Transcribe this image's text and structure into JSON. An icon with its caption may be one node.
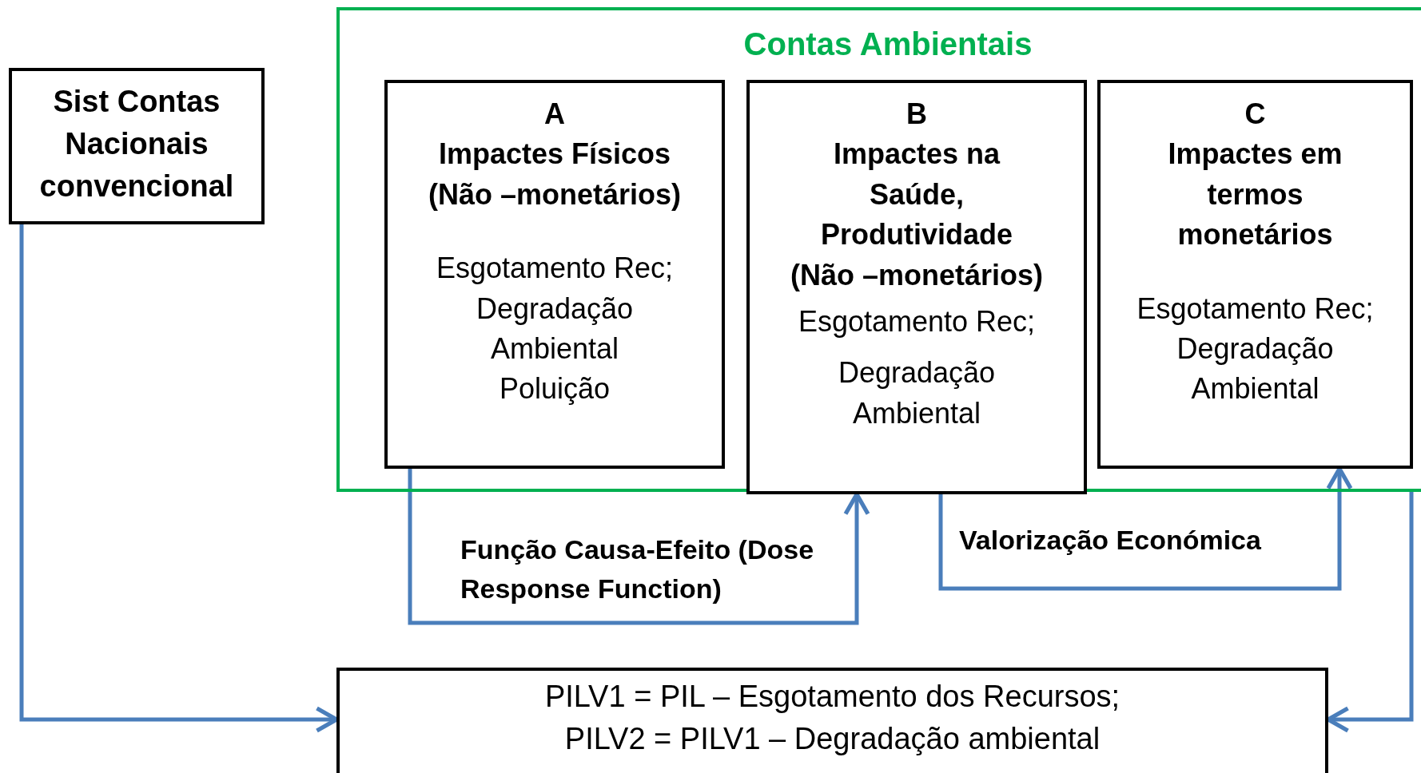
{
  "diagram": {
    "nodes": [
      {
        "text": [
          "Sist Contas Nacionais convencional"
        ]
      },
      {
        "text": [
          "Contas Ambientais"
        ]
      },
      {
        "text": [
          "A",
          "Impactes Físicos (Não –monetários)",
          "Esgotamento Rec; Degradação Ambiental Poluição"
        ],
        "in": 1
      },
      {
        "text": [
          "B",
          "Impactes na Saúde, Produtividade (Não –monetários)",
          "Esgotamento Rec;",
          "Degradação Ambiental"
        ],
        "in": 1
      },
      {
        "text": [
          "C",
          "Impactes em termos monetários",
          "Esgotamento Rec; Degradação Ambiental"
        ],
        "in": 1
      },
      {
        "text": [
          "PILV1 = PIL – Esgotamento dos Recursos;",
          "PILV2 = PILV1 – Degradação ambiental"
        ]
      }
    ],
    "edges": [
      {
        "from": 0,
        "to": 5,
        "arrow": "to"
      },
      {
        "from": 2,
        "to": 3,
        "arrow": "to",
        "label": "Função Causa-Efeito (Dose Response Function)"
      },
      {
        "from": 3,
        "to": 4,
        "arrow": "to",
        "label": "Valorização Económica"
      },
      {
        "from": 1,
        "to": 5,
        "arrow": "to"
      }
    ]
  }
}
